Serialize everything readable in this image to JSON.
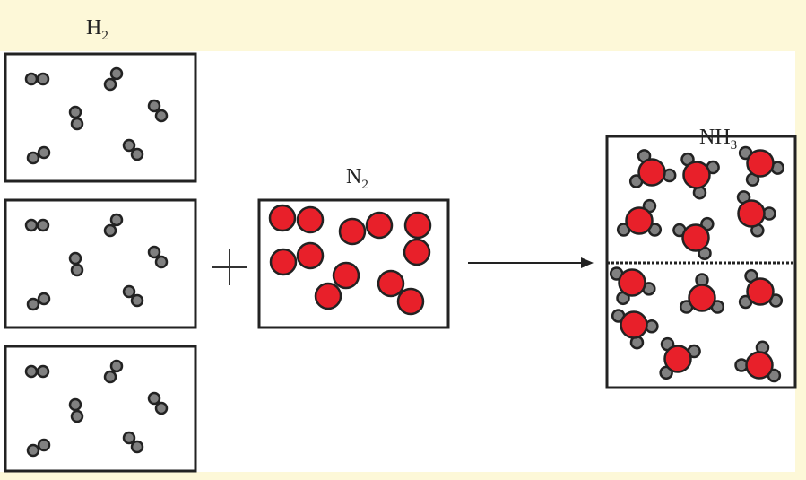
{
  "labels": {
    "h2": {
      "main": "H",
      "sub": "2"
    },
    "n2": {
      "main": "N",
      "sub": "2"
    },
    "nh3": {
      "main": "NH",
      "sub": "3"
    }
  },
  "symbols": {
    "plus": "+"
  },
  "colors": {
    "background": "#fdf8d8",
    "hydrogen": "#808080",
    "nitrogen": "#e8202a",
    "outline": "#222222"
  },
  "counts": {
    "h2_boxes": 3,
    "h2_per_box": 6,
    "n2_molecules": 6,
    "nh3_molecules": 12
  }
}
